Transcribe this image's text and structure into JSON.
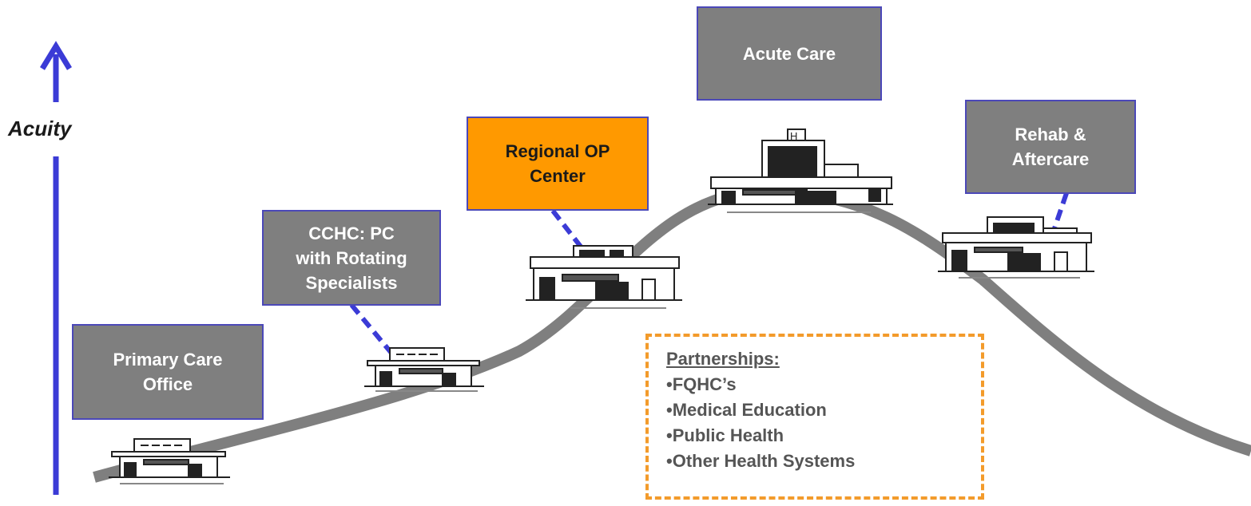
{
  "axis": {
    "label": "Acuity"
  },
  "settings": {
    "primary_care": "Primary Care\nOffice",
    "cchc": "CCHC: PC\nwith Rotating\nSpecialists",
    "regional_op": "Regional OP\nCenter",
    "acute_care": "Acute Care",
    "rehab": "Rehab &\nAftercare"
  },
  "partnerships": {
    "heading": "Partnerships:",
    "items": [
      "•FQHC’s",
      "•Medical Education",
      "•Public Health",
      "•Other Health Systems"
    ]
  },
  "colors": {
    "curve": "#7f7f7f",
    "axis_arrow": "#3b3bd6",
    "connector": "#3b3bd6",
    "box_gray": "#7f7f7f",
    "box_orange": "#ff9900",
    "box_border": "#4b48b8",
    "partnership_border": "#f39b2b"
  },
  "icons": [
    "clinic-building-icon",
    "hospital-building-icon"
  ]
}
